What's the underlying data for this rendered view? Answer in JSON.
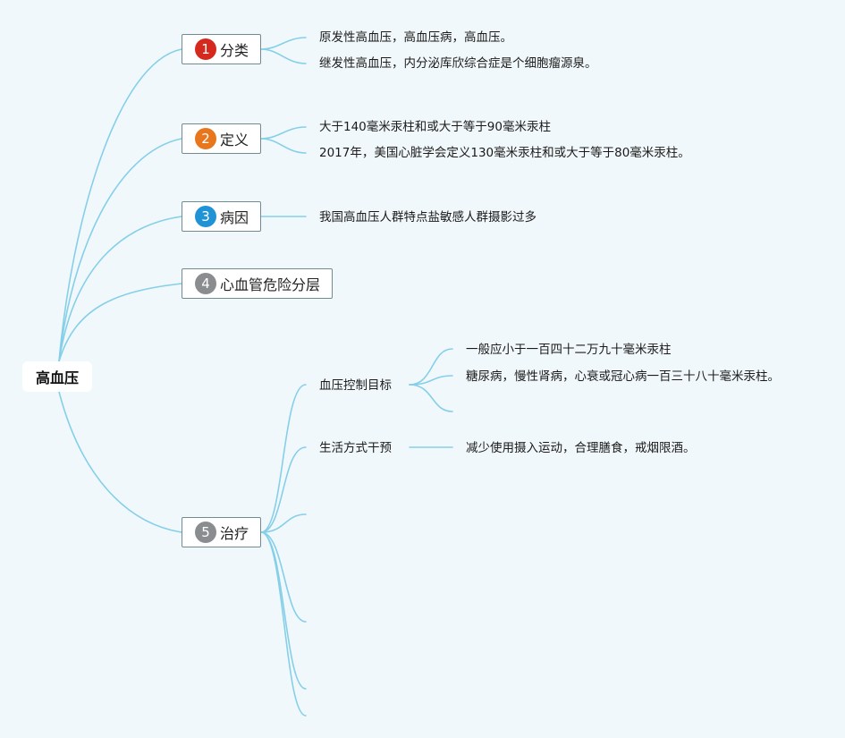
{
  "root": {
    "label": "高血压"
  },
  "topics": [
    {
      "num": "1",
      "label": "分类",
      "color": "#d6291e",
      "children": [
        "原发性高血压，高血压病，高血压。",
        "继发性高血压，内分泌库欣综合症是个细胞瘤源泉。"
      ]
    },
    {
      "num": "2",
      "label": "定义",
      "color": "#e8761c",
      "children": [
        "大于140毫米汞柱和或大于等于90毫米汞柱",
        "2017年，美国心脏学会定义130毫米汞柱和或大于等于80毫米汞柱。"
      ]
    },
    {
      "num": "3",
      "label": "病因",
      "color": "#1f93d6",
      "children": [
        "我国高血压人群特点盐敏感人群摄影过多"
      ]
    },
    {
      "num": "4",
      "label": "心血管危险分层",
      "color": "#8a8d8f",
      "children": []
    },
    {
      "num": "5",
      "label": "治疗",
      "color": "#8a8d8f",
      "children": [
        {
          "label": "血压控制目标",
          "children": [
            "一般应小于一百四十二万九十毫米汞柱",
            "糖尿病，慢性肾病，心衰或冠心病一百三十八十毫米汞柱。"
          ]
        },
        {
          "label": "生活方式干预",
          "children": [
            "减少使用摄入运动，合理膳食，戒烟限酒。"
          ]
        }
      ]
    }
  ]
}
